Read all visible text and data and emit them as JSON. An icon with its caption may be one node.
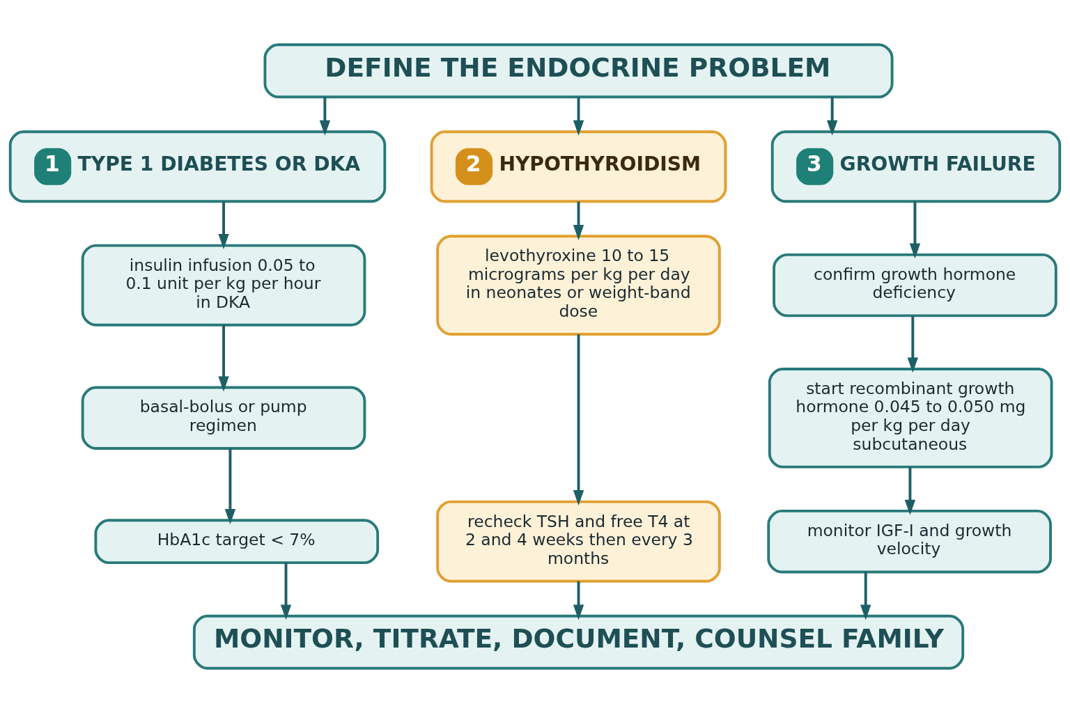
{
  "diagram": {
    "nodes": [
      {
        "text": [
          "DEFINE THE ENDOCRINE PROBLEM"
        ]
      },
      {
        "text": [
          "1",
          "TYPE 1 DIABETES OR DKA"
        ]
      },
      {
        "text": [
          "insulin infusion 0.05 to 0.1 unit per kg per hour in DKA"
        ]
      },
      {
        "text": [
          "basal-bolus or pump regimen"
        ]
      },
      {
        "text": [
          "HbA1c target < 7%"
        ]
      },
      {
        "text": [
          "2",
          "HYPOTHYROIDISM"
        ]
      },
      {
        "text": [
          "levothyroxine 10 to 15 micrograms per kg per day in neonates or weight-band dose"
        ]
      },
      {
        "text": [
          "recheck TSH and free T4 at 2 and 4 weeks then every 3 months"
        ]
      },
      {
        "text": [
          "3",
          "GROWTH FAILURE"
        ]
      },
      {
        "text": [
          "confirm growth hormone deficiency"
        ]
      },
      {
        "text": [
          "start recombinant growth hormone 0.045 to 0.050 mg per kg per day subcutaneous"
        ]
      },
      {
        "text": [
          "monitor IGF-I and growth velocity"
        ]
      },
      {
        "text": [
          "MONITOR, TITRATE, DOCUMENT, COUNSEL FAMILY"
        ]
      }
    ],
    "edges": [
      {
        "from": 0,
        "to": 1,
        "arrow": "to"
      },
      {
        "from": 0,
        "to": 5,
        "arrow": "to"
      },
      {
        "from": 0,
        "to": 8,
        "arrow": "to"
      },
      {
        "from": 1,
        "to": 2,
        "arrow": "to"
      },
      {
        "from": 2,
        "to": 3,
        "arrow": "to"
      },
      {
        "from": 3,
        "to": 4,
        "arrow": "to"
      },
      {
        "from": 5,
        "to": 6,
        "arrow": "to"
      },
      {
        "from": 6,
        "to": 7,
        "arrow": "to"
      },
      {
        "from": 8,
        "to": 9,
        "arrow": "to"
      },
      {
        "from": 9,
        "to": 10,
        "arrow": "to"
      },
      {
        "from": 10,
        "to": 11,
        "arrow": "to"
      },
      {
        "from": 4,
        "to": 12,
        "arrow": "to"
      },
      {
        "from": 7,
        "to": 12,
        "arrow": "to"
      },
      {
        "from": 11,
        "to": 12,
        "arrow": "to"
      }
    ]
  }
}
